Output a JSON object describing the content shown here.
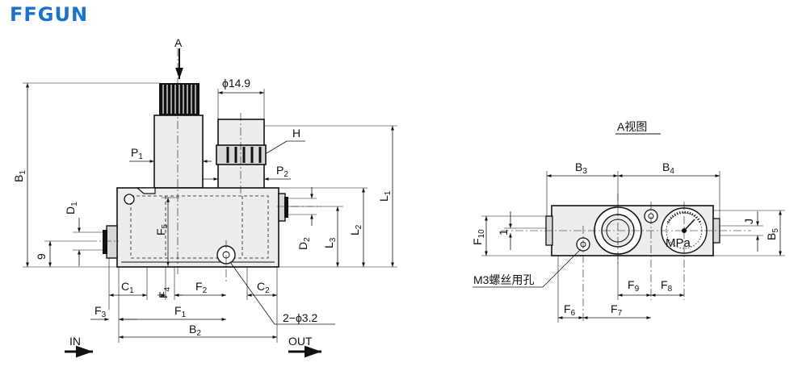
{
  "title": "FFGUN",
  "view_arrow": "A",
  "view_a_title": "A视图",
  "dim": {
    "b1": "B",
    "b1_sub": "1",
    "nine": "9",
    "d1": "D",
    "d1_sub": "1",
    "p1": "P",
    "p1_sub": "1",
    "f5": "F",
    "f5_sub": "5",
    "phi149": "ϕ14.9",
    "h": "H",
    "p2": "P",
    "p2_sub": "2",
    "l1": "L",
    "l1_sub": "1",
    "l2": "L",
    "l2_sub": "2",
    "l3": "L",
    "l3_sub": "3",
    "d2": "D",
    "d2_sub": "2",
    "c1": "C",
    "c1_sub": "1",
    "f4": "F",
    "f4_sub": "4",
    "f2": "F",
    "f2_sub": "2",
    "c2": "C",
    "c2_sub": "2",
    "f3": "F",
    "f3_sub": "3",
    "f1": "F",
    "f1_sub": "1",
    "hole": "2−ϕ3.2",
    "b2": "B",
    "b2_sub": "2",
    "in": "IN",
    "out": "OUT",
    "b3": "B",
    "b3_sub": "3",
    "b4": "B",
    "b4_sub": "4",
    "f10": "F",
    "f10_sub": "10",
    "one": "1",
    "j": "J",
    "b5": "B",
    "b5_sub": "5",
    "mpa": "MPa",
    "m3": "M3螺丝用孔",
    "f9": "F",
    "f9_sub": "9",
    "f8": "F",
    "f8_sub": "8",
    "f6": "F",
    "f6_sub": "6",
    "f7": "F",
    "f7_sub": "7"
  }
}
